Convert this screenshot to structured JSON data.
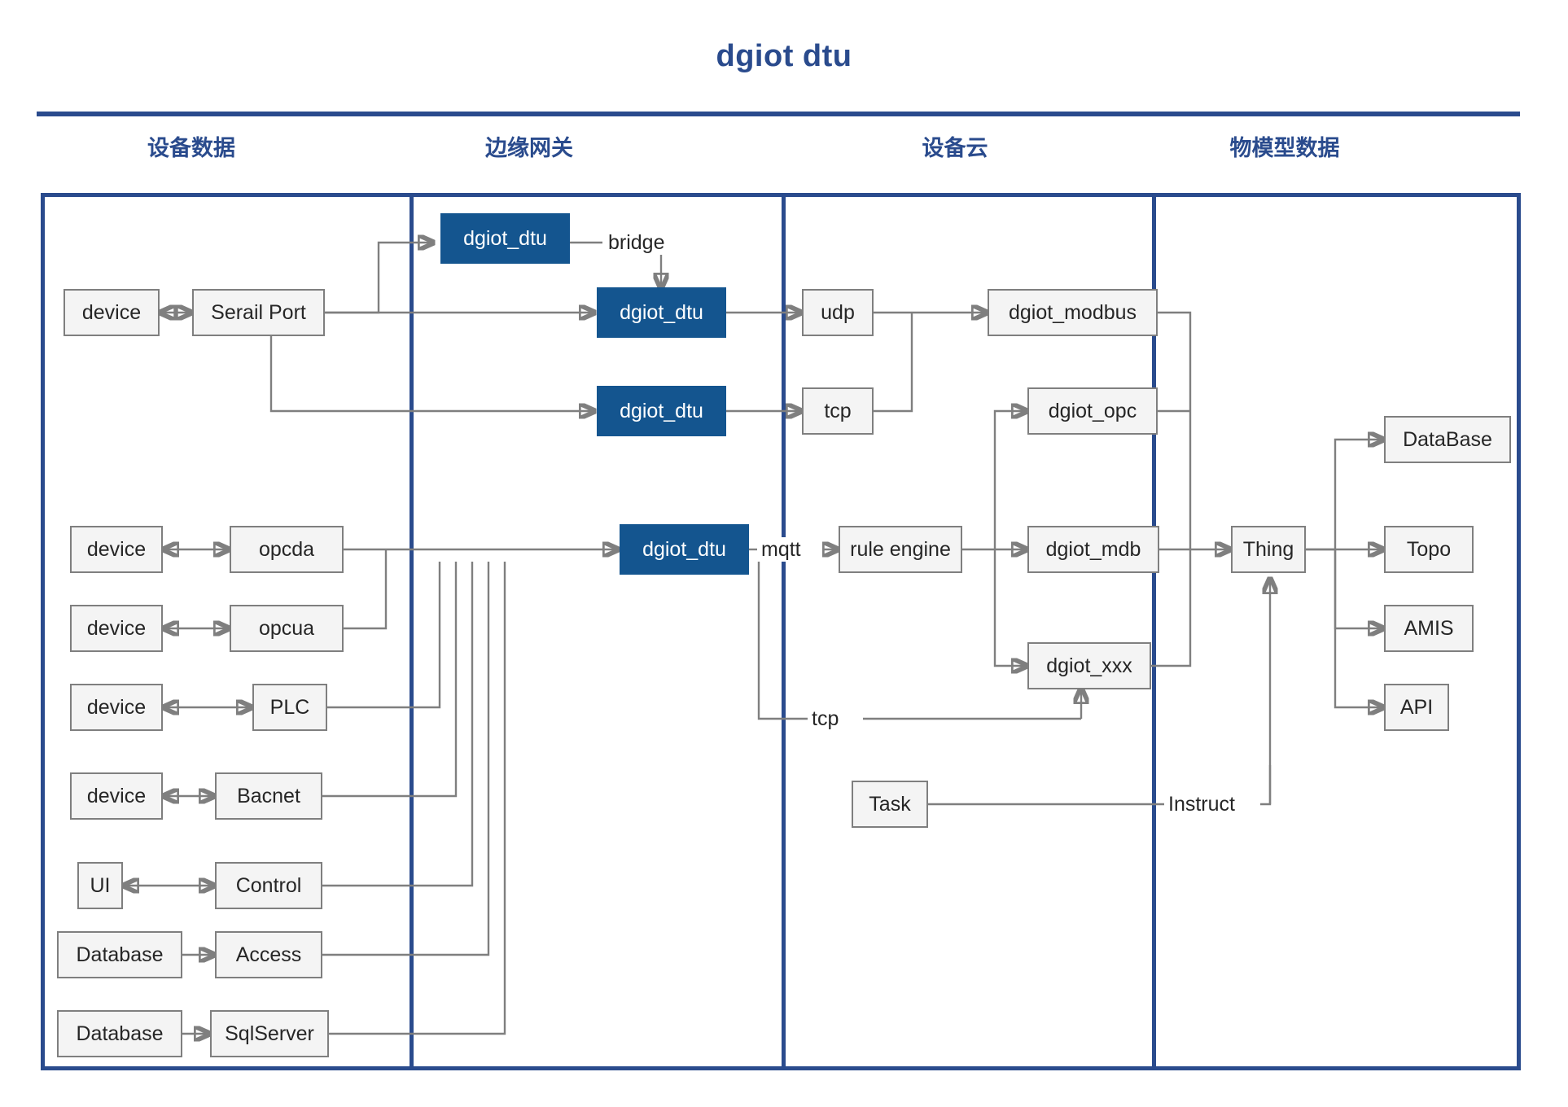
{
  "title": "dgiot dtu",
  "accent_color": "#2a4b8d",
  "node_fill": "#f4f4f4",
  "node_border": "#7f7f7f",
  "highlight_fill": "#14558f",
  "columns": [
    {
      "key": "device_data",
      "label": "设备数据"
    },
    {
      "key": "edge_gateway",
      "label": "边缘网关"
    },
    {
      "key": "device_cloud",
      "label": "设备云"
    },
    {
      "key": "thing_model_data",
      "label": "物模型数据"
    }
  ],
  "nodes": {
    "device1": "device",
    "serial_port": "Serail Port",
    "device2": "device",
    "opcda": "opcda",
    "device3": "device",
    "opcua": "opcua",
    "device4": "device",
    "plc": "PLC",
    "device5": "device",
    "bacnet": "Bacnet",
    "ui": "UI",
    "control": "Control",
    "database1": "Database",
    "access": "Access",
    "database2": "Database",
    "sqlserver": "SqlServer",
    "dgiot_dtu_bridge": "dgiot_dtu",
    "dgiot_dtu_udp": "dgiot_dtu",
    "dgiot_dtu_tcp": "dgiot_dtu",
    "dgiot_dtu_mqtt": "dgiot_dtu",
    "udp": "udp",
    "tcp": "tcp",
    "rule_engine": "rule engine",
    "dgiot_modbus": "dgiot_modbus",
    "dgiot_opc": "dgiot_opc",
    "dgiot_mdb": "dgiot_mdb",
    "dgiot_xxx": "dgiot_xxx",
    "task": "Task",
    "thing": "Thing",
    "datebase_out": "DataBase",
    "topo": "Topo",
    "amis": "AMIS",
    "api": "API"
  },
  "edge_labels": {
    "bridge": "bridge",
    "mqtt": "mqtt",
    "tcp": "tcp",
    "instruct": "Instruct"
  }
}
